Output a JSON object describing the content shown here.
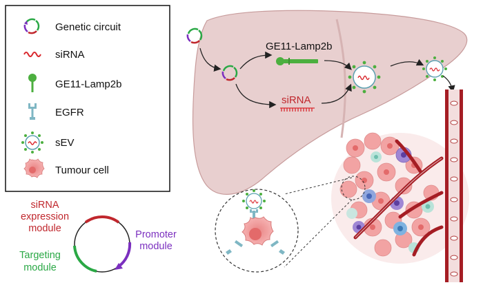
{
  "legend": {
    "items": [
      {
        "label": "Genetic circuit"
      },
      {
        "label": "siRNA"
      },
      {
        "label": "GE11-Lamp2b"
      },
      {
        "label": "EGFR"
      },
      {
        "label": "sEV"
      },
      {
        "label": "Tumour cell"
      }
    ]
  },
  "liver": {
    "ge11_label": "GE11-Lamp2b",
    "sirna_label": "siRNA"
  },
  "plasmid": {
    "sirna_module_line1": "siRNA",
    "sirna_module_line2": "expression",
    "sirna_module_line3": "module",
    "promoter_line1": "Promoter",
    "promoter_line2": "module",
    "targeting_line1": "Targeting",
    "targeting_line2": "module"
  },
  "colors": {
    "liver": "#e8cfcf",
    "liver_edge": "#c79b9b",
    "circuit_red": "#c0272d",
    "circuit_green": "#2aa845",
    "circuit_purple": "#7b2fbf",
    "sirna": "#d9262c",
    "ge11": "#4caf3f",
    "egfr": "#7fb7c4",
    "vessel": "#a51d24",
    "tumour": "#f2a3a3",
    "tumour_core": "#e36a6a",
    "promoter_text": "#7b2fbf",
    "targeting_text": "#2aa845",
    "sirna_text": "#c0272d"
  }
}
